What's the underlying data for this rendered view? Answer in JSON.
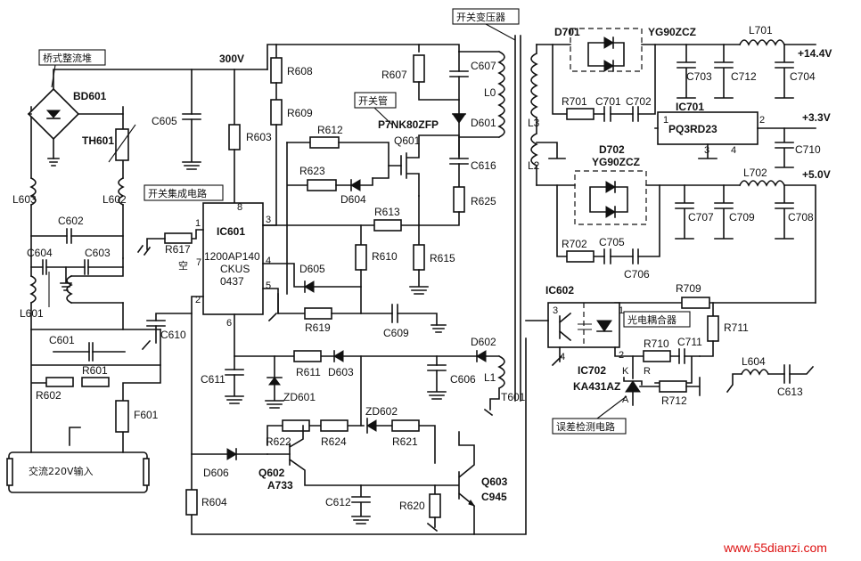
{
  "callouts": {
    "bridge": "桥式整流堆",
    "switch_transformer": "开关变压器",
    "switch_tube": "开关管",
    "switch_ic": "开关集成电路",
    "optocoupler": "光电耦合器",
    "error_detect": "误差检测电路",
    "ac_input": "交流220V输入"
  },
  "rails": {
    "hv": "300V",
    "v14": "+14.4V",
    "v33": "+3.3V",
    "v50": "+5.0V"
  },
  "ic601": {
    "ref": "IC601",
    "part1": "1200AP140",
    "part2": "CKUS",
    "part3": "0437",
    "empty_pin": "空",
    "pins": [
      "1",
      "2",
      "3",
      "4",
      "5",
      "6",
      "7",
      "8"
    ]
  },
  "ic701": {
    "ref": "IC701",
    "part": "PQ3RD23",
    "pins": [
      "1",
      "2",
      "3",
      "4"
    ]
  },
  "ic602": {
    "ref": "IC602",
    "pins": [
      "1",
      "2",
      "3",
      "4"
    ]
  },
  "ic702": {
    "ref": "IC702",
    "part": "KA431AZ",
    "k": "K",
    "r": "R",
    "a": "A"
  },
  "q601": {
    "ref": "Q601",
    "part": "P7NK80ZFP"
  },
  "q602": {
    "ref": "Q602",
    "part": "A733"
  },
  "q603": {
    "ref": "Q603",
    "part": "C945"
  },
  "d701": {
    "ref": "D701",
    "part": "YG90ZCZ"
  },
  "d702": {
    "ref": "D702",
    "part": "YG90ZCZ"
  },
  "labels": {
    "BD601": "BD601",
    "TH601": "TH601",
    "L603": "L603",
    "L602": "L602",
    "L601": "L601",
    "C602": "C602",
    "C604": "C604",
    "C603": "C603",
    "C601": "C601",
    "R601": "R601",
    "R602": "R602",
    "F601": "F601",
    "C605": "C605",
    "R603": "R603",
    "R608": "R608",
    "R609": "R609",
    "R617": "R617",
    "C610": "C610",
    "R607": "R607",
    "C607": "C607",
    "L0": "L0",
    "D601": "D601",
    "R612": "R612",
    "R623": "R623",
    "D604": "D604",
    "C616": "C616",
    "R625": "R625",
    "R613": "R613",
    "R610": "R610",
    "R615": "R615",
    "D605": "D605",
    "R619": "R619",
    "C609": "C609",
    "C611": "C611",
    "R611": "R611",
    "D603": "D603",
    "C606": "C606",
    "D602": "D602",
    "L1": "L1",
    "T601": "T601",
    "ZD601": "ZD601",
    "ZD602": "ZD602",
    "R622": "R622",
    "R624": "R624",
    "R621": "R621",
    "D606": "D606",
    "R604": "R604",
    "C612": "C612",
    "R620": "R620",
    "L3": "L3",
    "L2": "L2",
    "R701": "R701",
    "C701": "C701",
    "C702": "C702",
    "C703": "C703",
    "C712": "C712",
    "L701": "L701",
    "C704": "C704",
    "C710": "C710",
    "L702": "L702",
    "C707": "C707",
    "C709": "C709",
    "C708": "C708",
    "R702": "R702",
    "C705": "C705",
    "C706": "C706",
    "R709": "R709",
    "R711": "R711",
    "R710": "R710",
    "C711": "C711",
    "R712": "R712",
    "L604": "L604",
    "C613": "C613"
  },
  "watermark": "www.55dianzi.com",
  "colors": {
    "ink": "#111111",
    "watermark": "#d11111"
  }
}
